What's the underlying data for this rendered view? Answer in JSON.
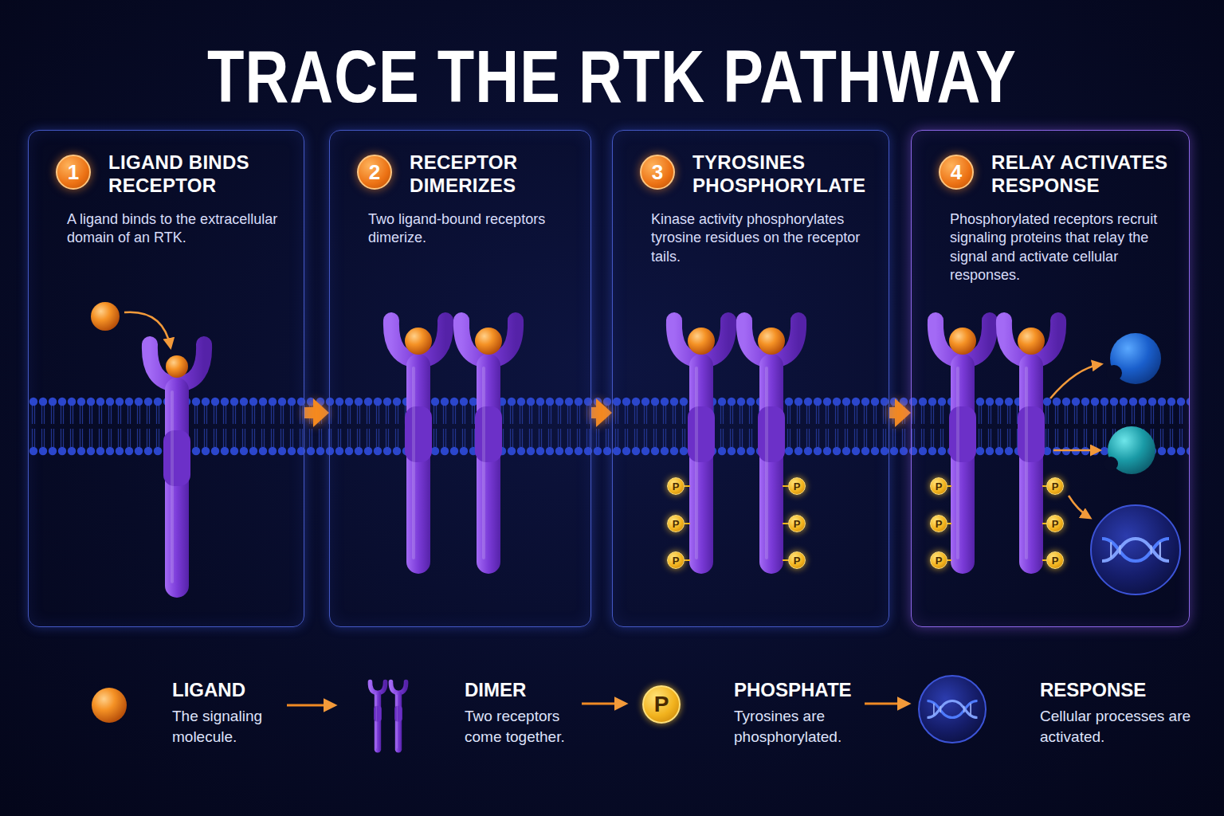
{
  "diagram": {
    "title": "TRACE THE RTK PATHWAY",
    "nodes": [
      {
        "text": [
          "LIGAND BINDS RECEPTOR",
          "A ligand binds to the extracellular domain of an RTK."
        ]
      },
      {
        "text": [
          "1"
        ],
        "in": 0
      },
      {
        "text": [
          "RECEPTOR DIMERIZES",
          "Two ligand-bound receptors dimerize."
        ]
      },
      {
        "text": [
          "2"
        ],
        "in": 2
      },
      {
        "text": [
          "TYROSINES PHOSPHORYLATE",
          "Kinase activity phosphorylates tyrosine residues on the receptor tails."
        ]
      },
      {
        "text": [
          "3"
        ],
        "in": 4
      },
      {
        "text": [
          "RELAY ACTIVATES RESPONSE",
          "Phosphorylated receptors recruit signaling proteins that relay the signal and activate cellular responses."
        ]
      },
      {
        "text": [
          "4"
        ],
        "in": 6
      }
    ],
    "edges": [
      {
        "from": 0,
        "to": 2,
        "arrow": "to"
      },
      {
        "from": 2,
        "to": 4,
        "arrow": "to"
      },
      {
        "from": 4,
        "to": 6,
        "arrow": "to"
      }
    ],
    "labels": [
      "P",
      "P",
      "P",
      "P",
      "P",
      "P",
      "P",
      "P",
      "P",
      "P",
      "P",
      "P",
      "LIGAND",
      "The signaling molecule.",
      "DIMER",
      "Two receptors come together.",
      "P",
      "PHOSPHATE",
      "Tyrosines are phosphorylated.",
      "RESPONSE",
      "Cellular processes are activated."
    ]
  }
}
